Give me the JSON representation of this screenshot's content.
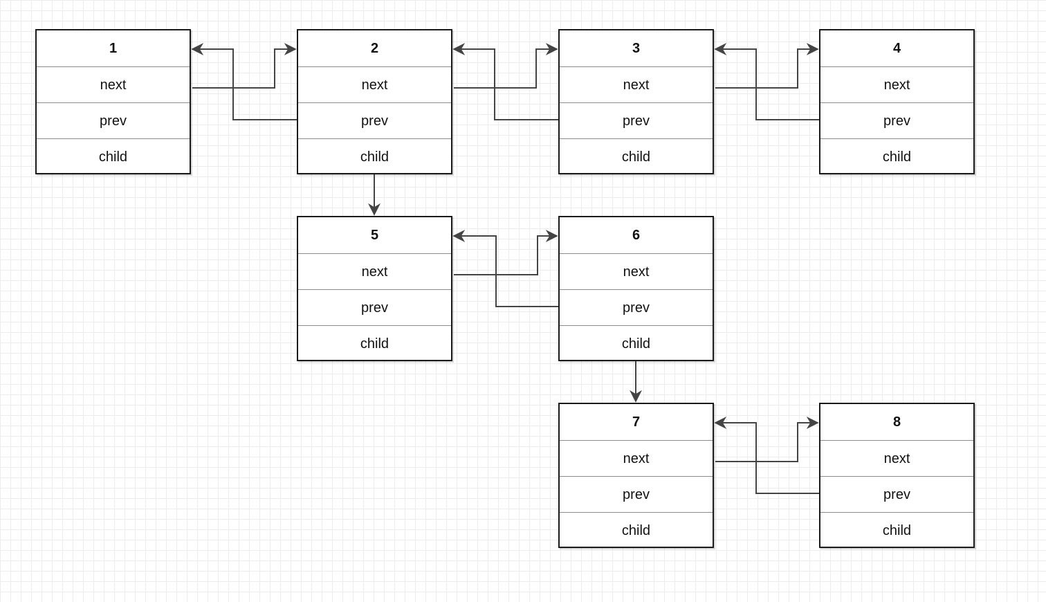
{
  "nodes": [
    {
      "id": "1",
      "fields": [
        "next",
        "prev",
        "child"
      ]
    },
    {
      "id": "2",
      "fields": [
        "next",
        "prev",
        "child"
      ]
    },
    {
      "id": "3",
      "fields": [
        "next",
        "prev",
        "child"
      ]
    },
    {
      "id": "4",
      "fields": [
        "next",
        "prev",
        "child"
      ]
    },
    {
      "id": "5",
      "fields": [
        "next",
        "prev",
        "child"
      ]
    },
    {
      "id": "6",
      "fields": [
        "next",
        "prev",
        "child"
      ]
    },
    {
      "id": "7",
      "fields": [
        "next",
        "prev",
        "child"
      ]
    },
    {
      "id": "8",
      "fields": [
        "next",
        "prev",
        "child"
      ]
    }
  ],
  "edges": [
    {
      "from": "1",
      "field": "next",
      "to": "2"
    },
    {
      "from": "2",
      "field": "prev",
      "to": "1"
    },
    {
      "from": "2",
      "field": "next",
      "to": "3"
    },
    {
      "from": "3",
      "field": "prev",
      "to": "2"
    },
    {
      "from": "3",
      "field": "next",
      "to": "4"
    },
    {
      "from": "4",
      "field": "prev",
      "to": "3"
    },
    {
      "from": "2",
      "field": "child",
      "to": "5"
    },
    {
      "from": "5",
      "field": "next",
      "to": "6"
    },
    {
      "from": "6",
      "field": "prev",
      "to": "5"
    },
    {
      "from": "6",
      "field": "child",
      "to": "7"
    },
    {
      "from": "7",
      "field": "next",
      "to": "8"
    },
    {
      "from": "8",
      "field": "prev",
      "to": "7"
    }
  ],
  "colors": {
    "node_border": "#1a1a1a",
    "edge": "#444444",
    "grid": "#ececec"
  }
}
